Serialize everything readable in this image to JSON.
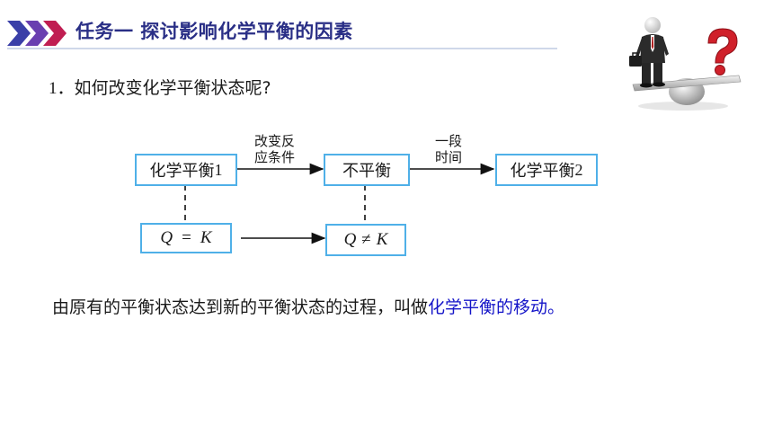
{
  "header": {
    "title": "任务一  探讨影响化学平衡的因素"
  },
  "question": {
    "number": "1．",
    "text": "如何改变化学平衡状态呢?"
  },
  "diagram": {
    "box1": {
      "text": "化学平衡",
      "digit": "1"
    },
    "box2": {
      "text": "不平衡"
    },
    "box3": {
      "text": "化学平衡",
      "digit": "2"
    },
    "arrow1_label_line1": "改变反",
    "arrow1_label_line2": "应条件",
    "arrow2_label_line1": "一段",
    "arrow2_label_line2": "时间",
    "box4": {
      "left": "Q",
      "op": "=",
      "right": "K"
    },
    "box5": {
      "left": "Q",
      "op": "≠",
      "right": "K"
    }
  },
  "conclusion": {
    "text": "由原有的平衡状态达到新的平衡状态的过程，叫做",
    "highlight": "化学平衡的移动",
    "end": "。"
  },
  "colors": {
    "title": "#2a2f86",
    "box_border": "#4fb0e8",
    "highlight": "#1414c8",
    "chevron_1": "#3a3fa8",
    "chevron_2": "#6a3fb0",
    "chevron_3": "#c01e52",
    "question_mark": "#d0202a"
  },
  "illustration": {
    "person_icon": "businessman-figure-icon",
    "question_icon": "question-mark-icon",
    "seesaw_icon": "seesaw-icon"
  }
}
